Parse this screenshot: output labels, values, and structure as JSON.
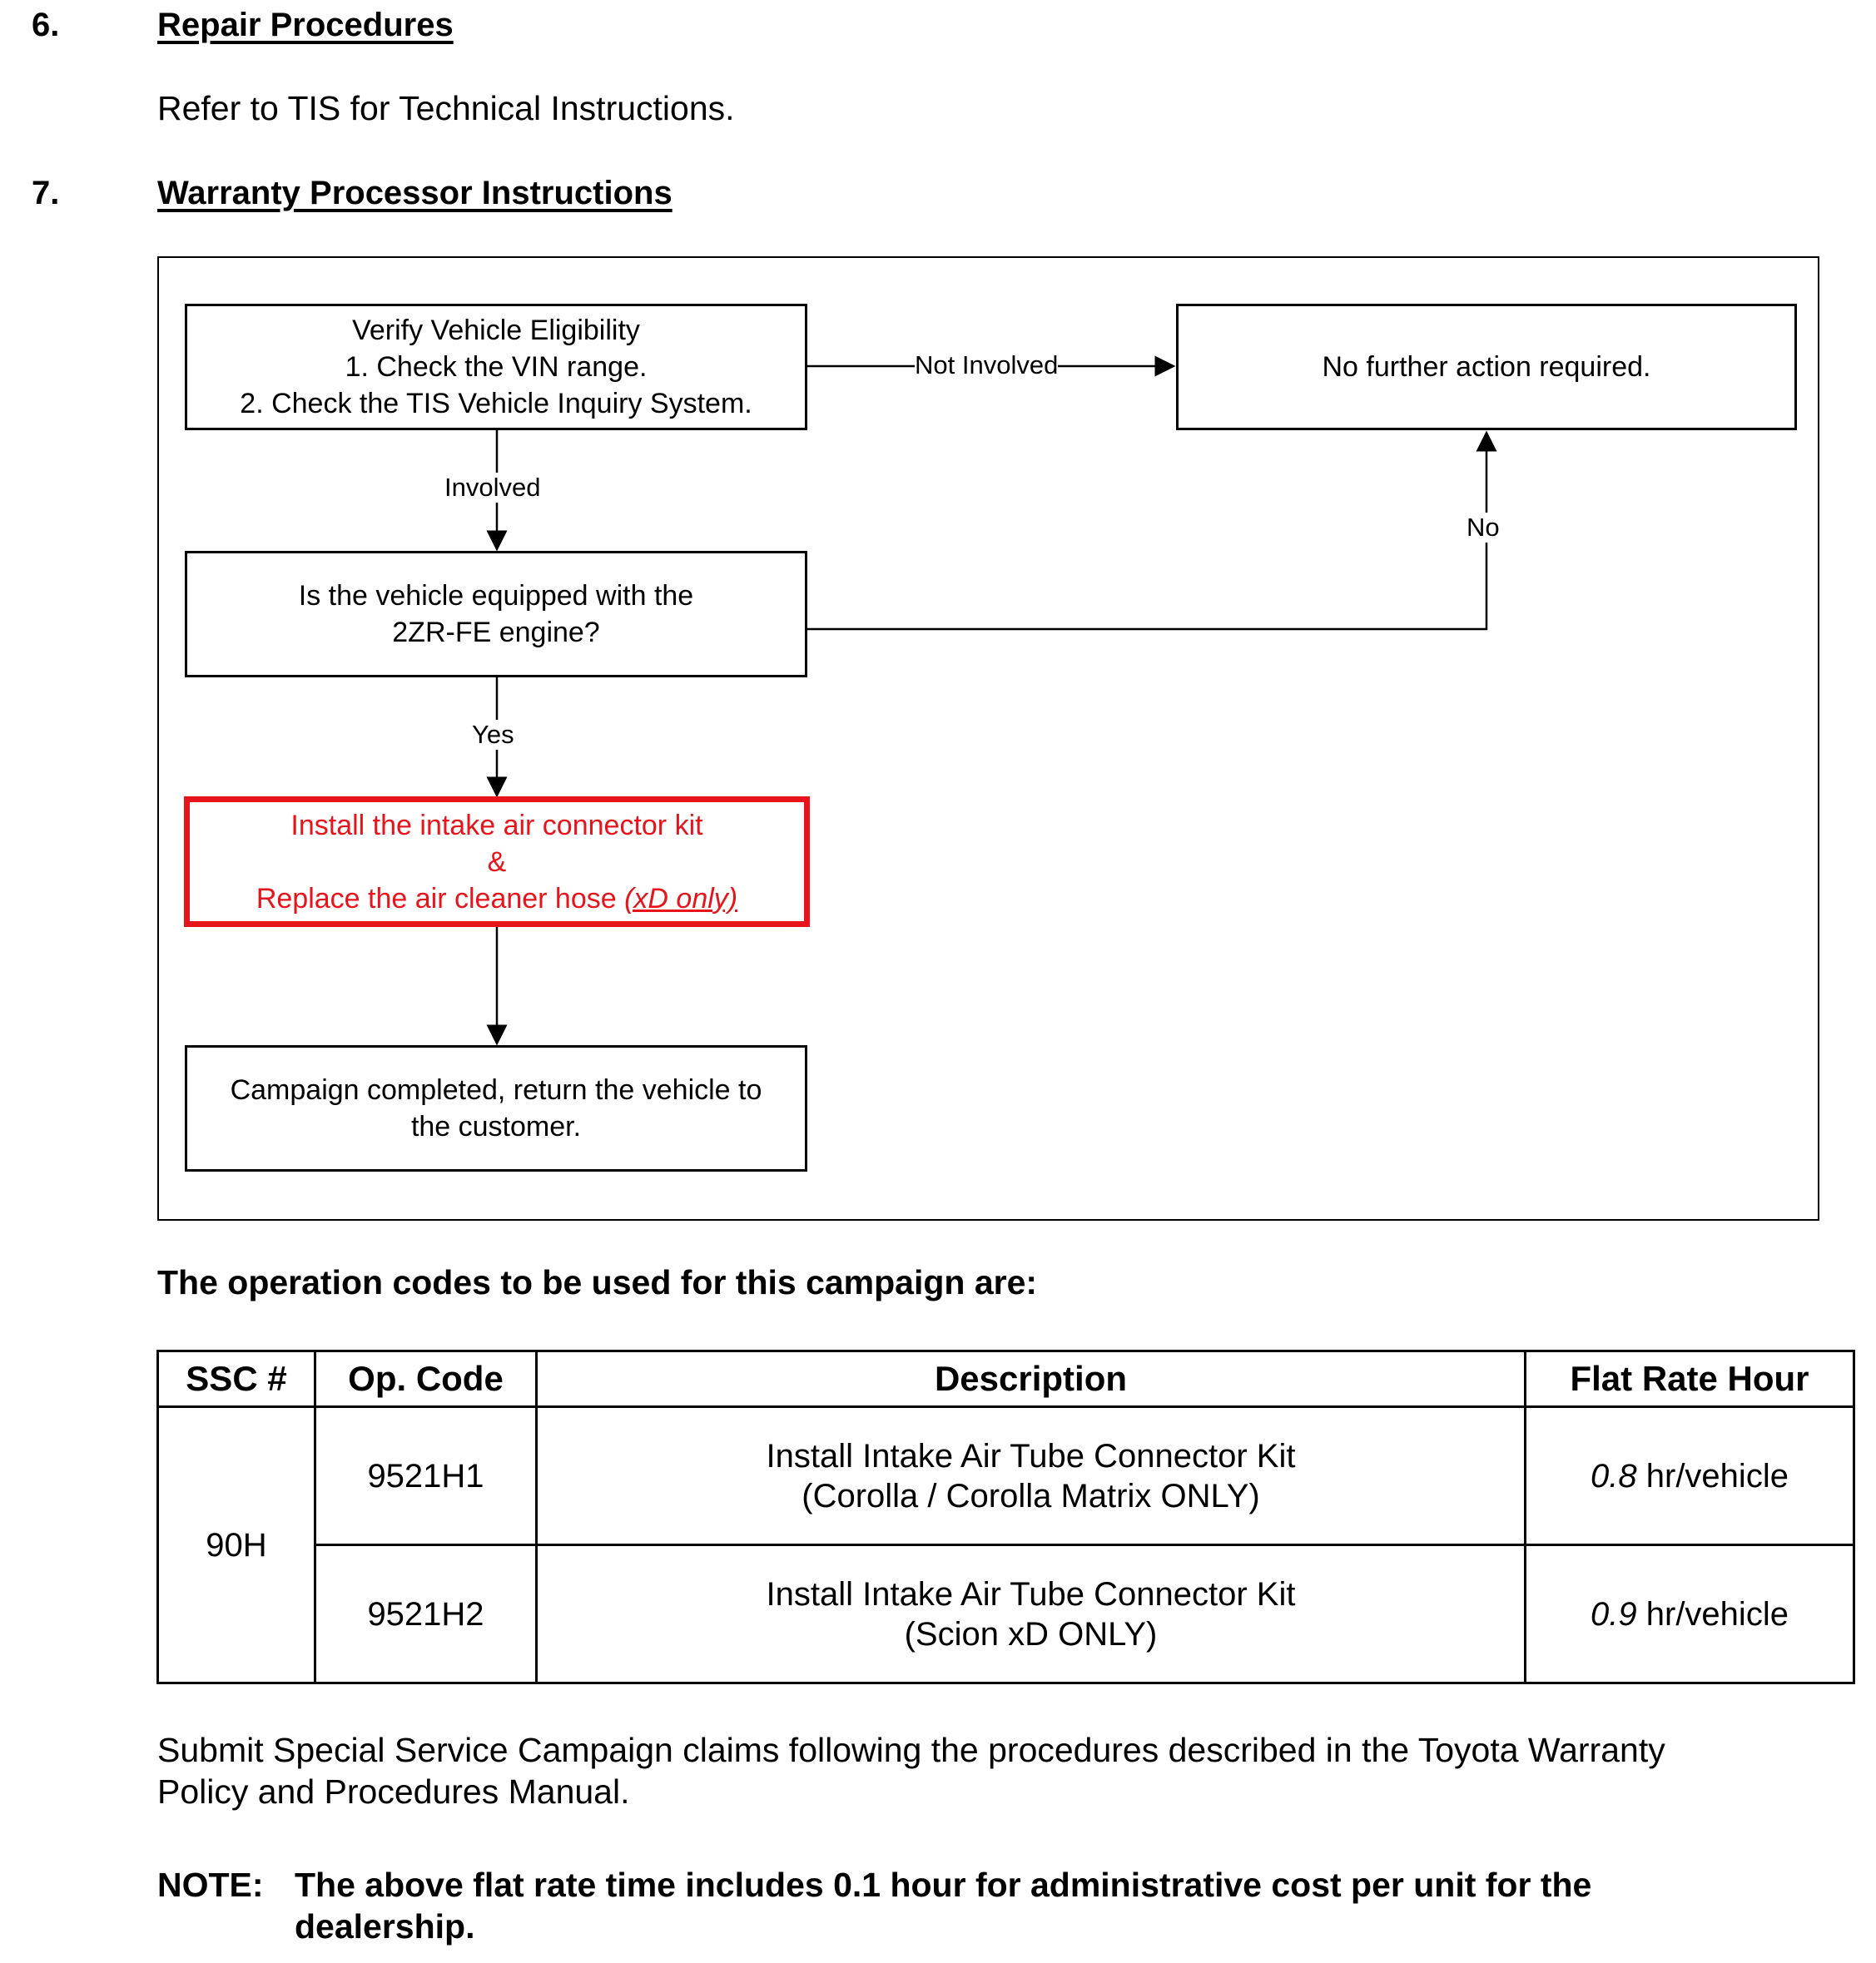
{
  "sections": {
    "repair": {
      "number": "6.",
      "title": "Repair Procedures",
      "text": "Refer to TIS for Technical Instructions."
    },
    "warranty": {
      "number": "7.",
      "title": "Warranty Processor Instructions"
    }
  },
  "flowchart": {
    "verify_box": {
      "line1": "Verify Vehicle Eligibility",
      "line2": "1. Check the VIN range.",
      "line3": "2. Check the TIS Vehicle Inquiry System."
    },
    "no_action_box": "No further action required.",
    "engine_box": {
      "line1": "Is the vehicle equipped with the",
      "line2": "2ZR-FE engine?"
    },
    "install_box": {
      "line1": "Install the intake air connector kit",
      "line2": "&",
      "line3": "Replace the air cleaner hose ",
      "line3_emphasis": "(xD only)"
    },
    "complete_box": {
      "line1": "Campaign completed, return the vehicle to",
      "line2": "the customer."
    },
    "labels": {
      "not_involved": "Not Involved",
      "involved": "Involved",
      "no": "No",
      "yes": "Yes"
    },
    "colors": {
      "highlight": "#e8141b",
      "line": "#000000"
    }
  },
  "operation_codes": {
    "heading": "The operation codes to be used for this campaign are:",
    "columns": [
      "SSC #",
      "Op. Code",
      "Description",
      "Flat Rate Hour"
    ],
    "ssc": "90H",
    "rows": [
      {
        "op_code": "9521H1",
        "desc_line1": "Install Intake Air Tube Connector Kit",
        "desc_line2": "(Corolla / Corolla Matrix ONLY)",
        "rate_value": "0.8",
        "rate_unit": " hr/vehicle"
      },
      {
        "op_code": "9521H2",
        "desc_line1": "Install Intake Air Tube Connector Kit",
        "desc_line2": "(Scion xD ONLY)",
        "rate_value": "0.9",
        "rate_unit": " hr/vehicle"
      }
    ]
  },
  "submit_text": {
    "line1": "Submit Special Service Campaign claims following the procedures described in the Toyota Warranty",
    "line2": "Policy and Procedures Manual."
  },
  "note": {
    "label": "NOTE:",
    "line1": "The above flat rate time includes 0.1 hour for administrative cost per unit for the",
    "line2": "dealership."
  }
}
